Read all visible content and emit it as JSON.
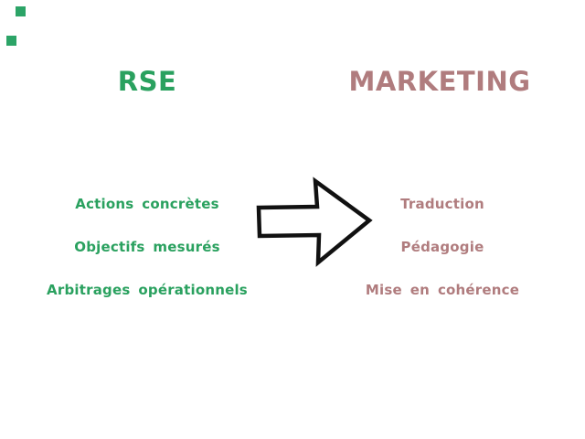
{
  "page": {
    "background": "#ffffff"
  },
  "decorations": {
    "corner_squares": {
      "color": "#2ca467",
      "count": 2
    }
  },
  "diagram": {
    "left": {
      "title": "RSE",
      "color": "#2aa15f",
      "items": [
        "Actions concrètes",
        "Objectifs mesurés",
        "Arbitrages opérationnels"
      ]
    },
    "right": {
      "title": "MARKETING",
      "color": "#b07c7e",
      "items": [
        "Traduction",
        "Pédagogie",
        "Mise en cohérence"
      ]
    },
    "arrow": {
      "icon": "right-arrow",
      "stroke": "#111111",
      "direction": "left-to-right"
    }
  }
}
